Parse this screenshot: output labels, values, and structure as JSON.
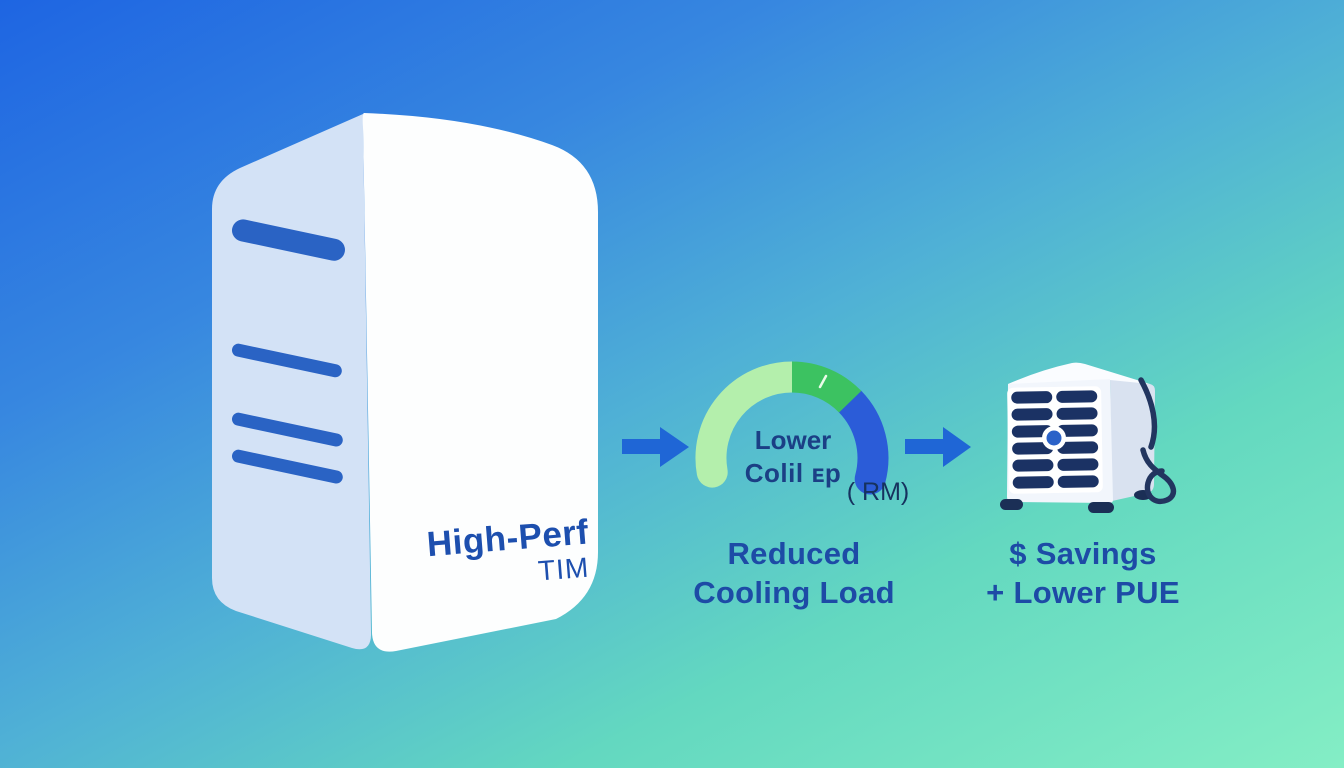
{
  "scene": {
    "background": {
      "top_left_color": "#1e65e2",
      "top_right_color": "#4a9cdf",
      "bottom_left_color": "#5ed9c4",
      "bottom_right_color": "#84eec5"
    }
  },
  "server_tower": {
    "label_line1": "High-Perf",
    "label_line2": "TIM",
    "front_color": "#fdfefe",
    "side_color": "#d3e2f6",
    "vent_color": "#2a63c4"
  },
  "flow": {
    "arrow_color": "#1f66d6"
  },
  "gauge": {
    "label_line1": "Lower",
    "label_line2": "Colil ᴇp",
    "unit_label": "( RM)",
    "segment_colors": {
      "low": "#b4efac",
      "mid": "#3cc261",
      "high": "#2b5cd8"
    },
    "tick_color": "#eafbe8",
    "text_color": "#1b3f85"
  },
  "ac_unit": {
    "front_color": "#f2f6fc",
    "side_color": "#d9e2f0",
    "top_color": "#fafcff",
    "panel_color": "#ffffff",
    "slat_color": "#1b3264",
    "knob_color": "#2b62c8",
    "foot_color": "#1b2f56",
    "cable_color": "#22355f"
  },
  "captions": {
    "cooling_line1": "Reduced",
    "cooling_line2": "Cooling Load",
    "savings_line1": "$ Savings",
    "savings_line2": "+ Lower PUE",
    "color": "#1d4ba6"
  }
}
